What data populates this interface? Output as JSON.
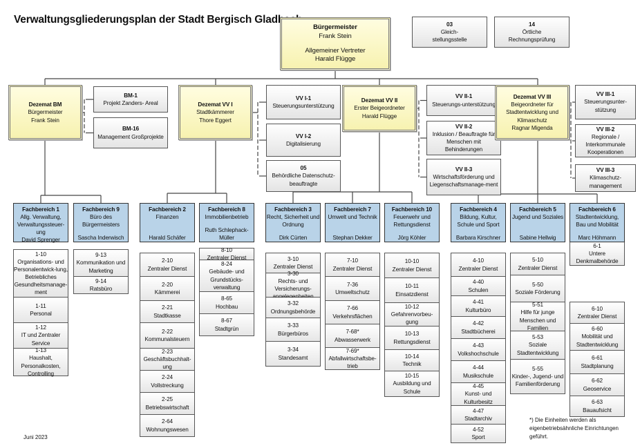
{
  "title": "Verwaltungsgliederungsplan der Stadt Bergisch Gladbach",
  "top": {
    "mayor": {
      "title": "Bürgermeister",
      "name": "Frank Stein",
      "deputy_role": "Allgemeiner Vertreter",
      "deputy_name": "Harald Flügge"
    },
    "staff": [
      {
        "code": "03",
        "label1": "Gleich-",
        "label2": "stellungsstelle"
      },
      {
        "code": "14",
        "label1": "Örtliche",
        "label2": "Rechnungsprüfung"
      }
    ]
  },
  "dezernate": [
    {
      "title": "Dezemat BM",
      "lines": [
        "Bürgermeister",
        "Frank Stein"
      ],
      "staff": [
        {
          "code": "BM-1",
          "label": "Projekt Zanders- Areal"
        },
        {
          "code": "BM-16",
          "label": "Management Großprojekte"
        }
      ]
    },
    {
      "title": "Dezemat VV I",
      "lines": [
        "Stadtkämmerer",
        "Thore Eggert"
      ],
      "staff": [
        {
          "code": "VV I-1",
          "label": "Steuerungsunterstützung"
        },
        {
          "code": "VV I-2",
          "label": "Digitalisierung"
        },
        {
          "code": "05",
          "label": "Behördliche Datenschutz-beauftragte"
        }
      ]
    },
    {
      "title": "Dezemat VV II",
      "lines": [
        "Erster Beigeordneter",
        "Harald Flügge"
      ],
      "staff": [
        {
          "code": "VV II-1",
          "label": "Steuerungs-unterstützung"
        },
        {
          "code": "VV II-2",
          "label": "Inklusion / Beauftragte für Menschen mit Behinderungen"
        },
        {
          "code": "VV II-3",
          "label": "Wirtschaftsförderung und Liegenschaftsmanage-ment"
        }
      ]
    },
    {
      "title": "Dezemat VV III",
      "lines": [
        "Beigeordneter für",
        "Stadtentwicklung und",
        "Klimaschutz",
        "Ragnar Migenda"
      ],
      "staff": [
        {
          "code": "VV III-1",
          "label": "Steuerungsunter-stützung"
        },
        {
          "code": "VV III-2",
          "label": "Regionale / Interkommunale Kooperationen"
        },
        {
          "code": "VV III-3",
          "label": "Klimaschutz-management"
        }
      ]
    }
  ],
  "fachbereiche": [
    {
      "title": "Fachbereich 1",
      "desc": "Allg. Verwaltung, Verwaltungssteuer-ung",
      "head": "David Sprenger",
      "units": [
        {
          "code": "1-10",
          "label": "Organisations- und Personalentwick-lung, Betriebliches Gesundheitsmanage-ment"
        },
        {
          "code": "1-11",
          "label": "Personal"
        },
        {
          "code": "1-12",
          "label": "IT und Zentraler Service"
        },
        {
          "code": "1-13",
          "label": "Haushalt, Personalkosten, Controlling"
        }
      ]
    },
    {
      "title": "Fachbereich 9",
      "desc": "Büro des Bürgermeisters",
      "head": "Sascha Inderwisch",
      "units": [
        {
          "code": "9-13",
          "label": "Kommunikation und Marketing"
        },
        {
          "code": "9-14",
          "label": "Ratsbüro"
        }
      ]
    },
    {
      "title": "Fachbereich 2",
      "desc": "Finanzen",
      "head": "Harald Schäfer",
      "units": [
        {
          "code": "2-10",
          "label": "Zentraler Dienst"
        },
        {
          "code": "2-20",
          "label": "Kämmerei"
        },
        {
          "code": "2-21",
          "label": "Stadtkasse"
        },
        {
          "code": "2-22",
          "label": "Kommunalsteuern"
        },
        {
          "code": "2-23",
          "label": "Geschäftsbuchhalt-ung"
        },
        {
          "code": "2-24",
          "label": "Vollstreckung"
        },
        {
          "code": "2-25",
          "label": "Betriebswirtschaft"
        },
        {
          "code": "2-64",
          "label": "Wohnungswesen"
        }
      ]
    },
    {
      "title": "Fachbereich 8",
      "desc": "Immobilienbetrieb",
      "head": "Ruth Schlephack-Müller",
      "units": [
        {
          "code": "8-10",
          "label": "Zentraler Dienst"
        },
        {
          "code": "8-24",
          "label": "Gebäude- und Grundstücks-verwaltung"
        },
        {
          "code": "8-65",
          "label": "Hochbau"
        },
        {
          "code": "8-67",
          "label": "Stadtgrün"
        }
      ]
    },
    {
      "title": "Fachbereich 3",
      "desc": "Recht, Sicherheit und Ordnung",
      "head": "Dirk Cürten",
      "units": [
        {
          "code": "3-10",
          "label": "Zentraler Dienst"
        },
        {
          "code": "3-30",
          "label": "Rechts- und Versicherungs-angelegenheiten"
        },
        {
          "code": "3-32",
          "label": "Ordnungsbehörde"
        },
        {
          "code": "3-33",
          "label": "Bürgerbüros"
        },
        {
          "code": "3-34",
          "label": "Standesamt"
        }
      ]
    },
    {
      "title": "Fachbereich 7",
      "desc": "Umwelt und Technik",
      "head": "Stephan Dekker",
      "units": [
        {
          "code": "7-10",
          "label": "Zentraler Dienst"
        },
        {
          "code": "7-36",
          "label": "Umweltschutz"
        },
        {
          "code": "7-66",
          "label": "Verkehrsflächen"
        },
        {
          "code": "7-68*",
          "label": "Abwasserwerk"
        },
        {
          "code": "7-69*",
          "label": "Abfallwirtschaftsbe-trieb"
        }
      ]
    },
    {
      "title": "Fachbereich 10",
      "desc": "Feuerwehr und Rettungsdienst",
      "head": "Jörg Köhler",
      "units": [
        {
          "code": "10-10",
          "label": "Zentraler Dienst"
        },
        {
          "code": "10-11",
          "label": "Einsatzdienst"
        },
        {
          "code": "10-12",
          "label": "Gefahrenvorbeu-gung"
        },
        {
          "code": "10-13",
          "label": "Rettungsdienst"
        },
        {
          "code": "10-14",
          "label": "Technik"
        },
        {
          "code": "10-15",
          "label": "Ausbildung und Schule"
        }
      ]
    },
    {
      "title": "Fachbereich 4",
      "desc": "Bildung, Kultur, Schule und Sport",
      "head": "Barbara Kirschner",
      "units": [
        {
          "code": "4-10",
          "label": "Zentraler Dienst"
        },
        {
          "code": "4-40",
          "label": "Schulen"
        },
        {
          "code": "4-41",
          "label": "Kulturbüro"
        },
        {
          "code": "4-42",
          "label": "Stadtbücherei"
        },
        {
          "code": "4-43",
          "label": "Volkshochschule"
        },
        {
          "code": "4-44",
          "label": "Musikschule"
        },
        {
          "code": "4-45",
          "label": "Kunst- und Kulturbesitz"
        },
        {
          "code": "4-47",
          "label": "Stadtarchiv"
        },
        {
          "code": "4-52",
          "label": "Sport"
        }
      ]
    },
    {
      "title": "Fachbereich 5",
      "desc": "Jugend und Soziales",
      "head": "Sabine Hellwig",
      "units": [
        {
          "code": "5-10",
          "label": "Zentraler Dienst"
        },
        {
          "code": "5-50",
          "label": "Soziale Förderung"
        },
        {
          "code": "5-51",
          "label": "Hilfe für junge Menschen und Familien"
        },
        {
          "code": "5-53",
          "label": "Soziale Stadtentwicklung"
        },
        {
          "code": "5-55",
          "label": "Kinder-, Jugend- und Familienförderung"
        }
      ]
    },
    {
      "title": "Fachbereich 6",
      "desc": "Stadtentwicklung, Bau und Mobilität",
      "head": "Marc Höhmann",
      "attached": {
        "code": "6-1",
        "label": "Untere Denkmalbehörde"
      },
      "units": [
        {
          "code": "6-10",
          "label": "Zentraler Dienst"
        },
        {
          "code": "6-60",
          "label": "Mobilität und Stadtentwicklung"
        },
        {
          "code": "6-61",
          "label": "Stadtplanung"
        },
        {
          "code": "6-62",
          "label": "Geoservice"
        },
        {
          "code": "6-63",
          "label": "Bauaufsicht"
        }
      ]
    }
  ],
  "footnote": "*) Die Einheiten werden als eigenbetriebsähnliche Einrichtungen geführt.",
  "date": "Juni 2023"
}
